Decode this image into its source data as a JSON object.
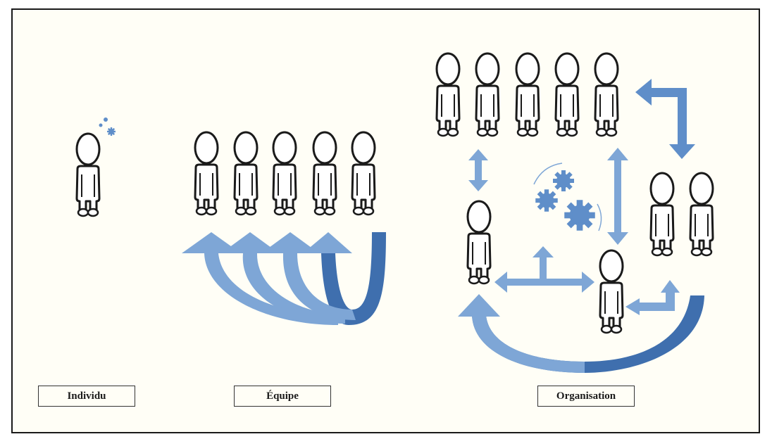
{
  "labels": {
    "individual": "Individu",
    "team": "Équipe",
    "organisation": "Organisation"
  },
  "colors": {
    "arrow_light": "#7ea6d6",
    "arrow_mid": "#5f8ec9",
    "arrow_dark": "#3f6fae",
    "figure_stroke": "#1a1a1a",
    "background": "#fffef6",
    "frame": "#1a1a1a"
  }
}
